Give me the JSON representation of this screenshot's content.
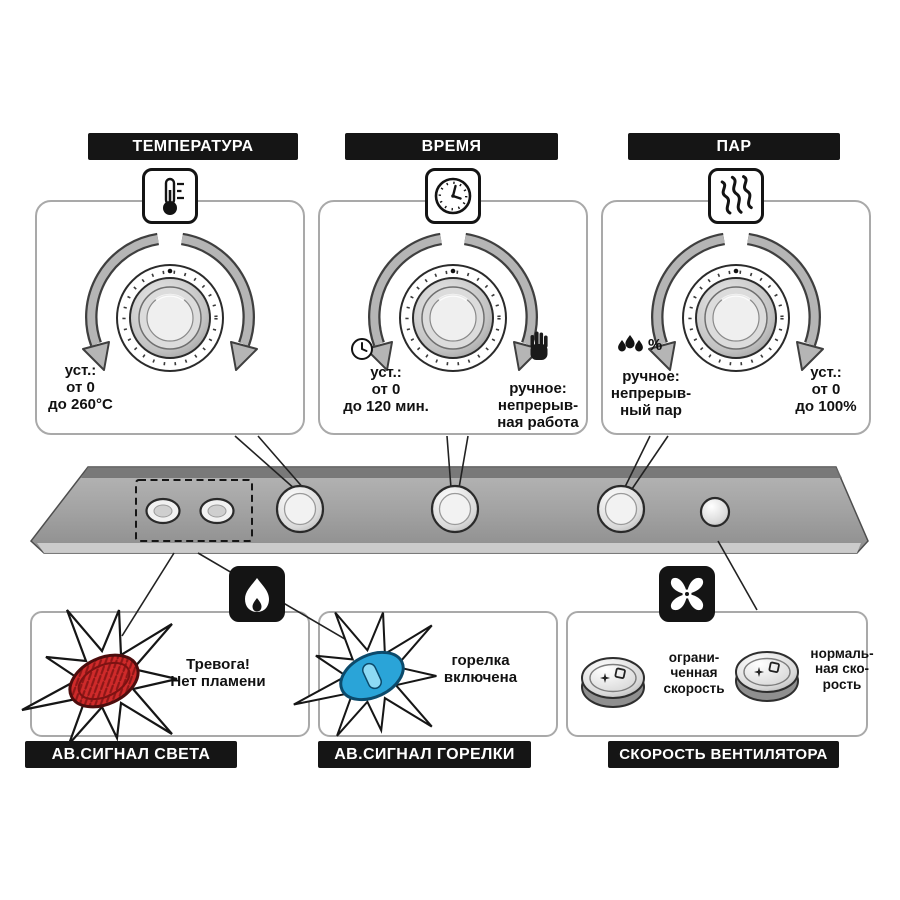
{
  "colors": {
    "header_bg": "#151515",
    "panel_border": "#a9a9a9",
    "control_strip_gray": "#9e9e9e",
    "red_lamp": "#cf2a2a",
    "blue_lamp": "#2aa4d8"
  },
  "top": {
    "temperature": {
      "title": "ТЕМПЕРАТУРА",
      "set_label": "уст.:\nот 0\nдо 260°C"
    },
    "time": {
      "title": "ВРЕМЯ",
      "set_label": "уст.:\nот 0\nдо 120 мин.",
      "manual_label": "ручное:\nнепрерыв-\nная работа"
    },
    "steam": {
      "title": "ПАР",
      "manual_label": "ручное:\nнепрерыв-\nный пар",
      "manual_icon_label": "%",
      "set_label": "уст.:\nот 0\nдо 100%"
    }
  },
  "bottom": {
    "light_alarm": {
      "title": "АВ.СИГНАЛ СВЕТА",
      "text": "Тревога!\nНет пламени"
    },
    "burner_alarm": {
      "title": "АВ.СИГНАЛ ГОРЕЛКИ",
      "text": "горелка\nвключена"
    },
    "fan_speed": {
      "title": "СКОРОСТЬ ВЕНТИЛЯТОРА",
      "limited_label": "ограни-\nченная\nскорость",
      "normal_label": "нормаль-\nная ско-\nрость"
    }
  },
  "icons": [
    "thermometer-icon",
    "clock-icon",
    "steam-icon",
    "hand-icon",
    "clock-small-icon",
    "drops-percent-icon",
    "flame-icon",
    "fan-icon",
    "lamp-icon",
    "knob-icon"
  ]
}
